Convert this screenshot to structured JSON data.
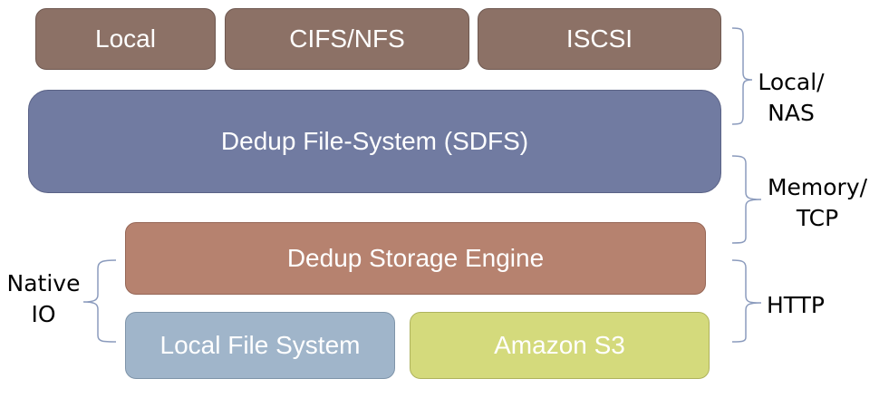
{
  "diagram": {
    "top_row": [
      {
        "id": "local",
        "label": "Local"
      },
      {
        "id": "cifs-nfs",
        "label": "CIFS/NFS"
      },
      {
        "id": "iscsi",
        "label": "ISCSI"
      }
    ],
    "filesystem": {
      "label": "Dedup File-System (SDFS)"
    },
    "storage_engine": {
      "label": "Dedup Storage Engine"
    },
    "backends": [
      {
        "id": "local-fs",
        "label": "Local File System"
      },
      {
        "id": "amazon-s3",
        "label": "Amazon S3"
      }
    ],
    "connection_labels": {
      "local_nas": [
        "Local/",
        "NAS"
      ],
      "memory_tcp": [
        "Memory/",
        "TCP"
      ],
      "http": "HTTP",
      "native_io": [
        "Native",
        "IO"
      ]
    },
    "colors": {
      "protocol_boxes": "#8c7166",
      "filesystem_box": "#717ba1",
      "storage_engine_box": "#b6826f",
      "local_fs_box": "#a0b5ca",
      "s3_box": "#d4da7c",
      "bracket": "#8b9bbd"
    }
  }
}
